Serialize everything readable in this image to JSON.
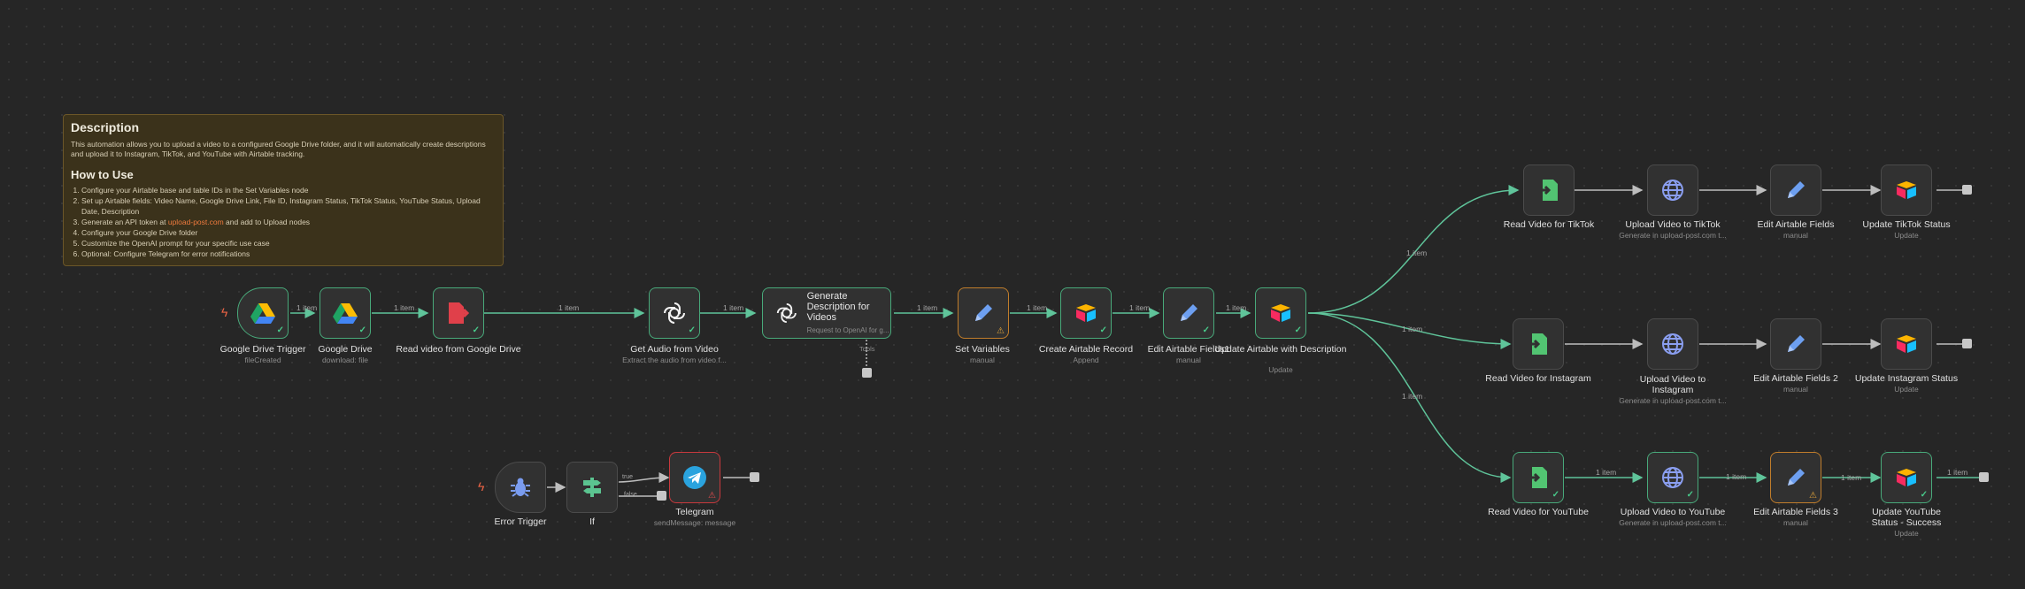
{
  "sticky": {
    "title": "Description",
    "description": "This automation allows you to upload a video to a configured Google Drive folder, and it will automatically create descriptions and upload it to Instagram, TikTok, and YouTube with Airtable tracking.",
    "howto_title": "How to Use",
    "steps": [
      "Configure your Airtable base and table IDs in the Set Variables node",
      "Set up Airtable fields: Video Name, Google Drive Link, File ID, Instagram Status, TikTok Status, YouTube Status, Upload Date, Description",
      "Generate an API token at",
      "Configure your Google Drive folder",
      "Customize the OpenAI prompt for your specific use case",
      "Optional: Configure Telegram for error notifications"
    ],
    "step3_link": "upload-post.com",
    "step3_suffix": " and add to Upload nodes"
  },
  "nodes": {
    "gdrive_trigger": {
      "label": "Google Drive Trigger",
      "sub": "fileCreated"
    },
    "gdrive": {
      "label": "Google Drive",
      "sub": "download: file"
    },
    "read_gdrive": {
      "label": "Read video from Google Drive",
      "sub": ""
    },
    "get_audio": {
      "label": "Get Audio from Video",
      "sub": "Extract the audio from video f..."
    },
    "gen_desc": {
      "label": "Generate Description for Videos",
      "sub": "Request to OpenAI for g...",
      "tools": "Tools"
    },
    "set_vars": {
      "label": "Set Variables",
      "sub": "manual"
    },
    "create_record": {
      "label": "Create Airtable Record",
      "sub": "Append"
    },
    "edit_fields1": {
      "label": "Edit Airtable Fields1",
      "sub": "manual"
    },
    "update_desc": {
      "label": "Update Airtable with Description",
      "sub": "Update"
    },
    "read_tiktok": {
      "label": "Read Video for TikTok",
      "sub": ""
    },
    "upload_tiktok": {
      "label": "Upload Video to TikTok",
      "sub": "Generate in upload-post.com t..."
    },
    "edit_fields": {
      "label": "Edit Airtable Fields",
      "sub": "manual"
    },
    "update_tiktok": {
      "label": "Update TikTok Status",
      "sub": "Update"
    },
    "read_instagram": {
      "label": "Read Video for Instagram",
      "sub": ""
    },
    "upload_instagram": {
      "label": "Upload Video to Instagram",
      "sub": "Generate in upload-post.com t..."
    },
    "edit_fields2": {
      "label": "Edit Airtable Fields 2",
      "sub": "manual"
    },
    "update_instagram": {
      "label": "Update Instagram Status",
      "sub": "Update"
    },
    "read_youtube": {
      "label": "Read Video for YouTube",
      "sub": ""
    },
    "upload_youtube": {
      "label": "Upload Video to YouTube",
      "sub": "Generate in upload-post.com t..."
    },
    "edit_fields3": {
      "label": "Edit Airtable Fields 3",
      "sub": "manual"
    },
    "update_youtube": {
      "label": "Update YouTube Status - Success",
      "sub": "Update"
    },
    "error_trigger": {
      "label": "Error Trigger",
      "sub": ""
    },
    "if_node": {
      "label": "If",
      "sub": ""
    },
    "telegram": {
      "label": "Telegram",
      "sub": "sendMessage: message"
    }
  },
  "edges": {
    "item": "1 item",
    "true": "true",
    "false": "false"
  },
  "colors": {
    "success": "#48a97a",
    "warning": "#c07d2b",
    "error": "#c8393d",
    "edge": "#5fc49a"
  },
  "icons": [
    "google-drive-icon",
    "file-export-icon",
    "openai-icon",
    "pencil-icon",
    "airtable-icon",
    "file-import-icon",
    "globe-icon",
    "bug-icon",
    "if-signpost-icon",
    "telegram-icon"
  ]
}
